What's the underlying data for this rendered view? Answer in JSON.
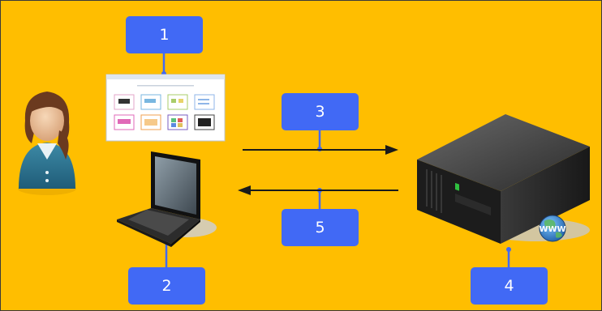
{
  "labels": {
    "step1": "1",
    "step2": "2",
    "step3": "3",
    "step4": "4",
    "step5": "5"
  },
  "server_badge": "WWW",
  "colors": {
    "background": "#FFBE00",
    "label_box": "#4169F5",
    "arrow": "#1a1a1a",
    "connector": "#4169F5"
  },
  "icons": [
    "user-avatar-icon",
    "web-page-screenshot",
    "laptop-icon",
    "server-icon",
    "globe-www-icon"
  ]
}
